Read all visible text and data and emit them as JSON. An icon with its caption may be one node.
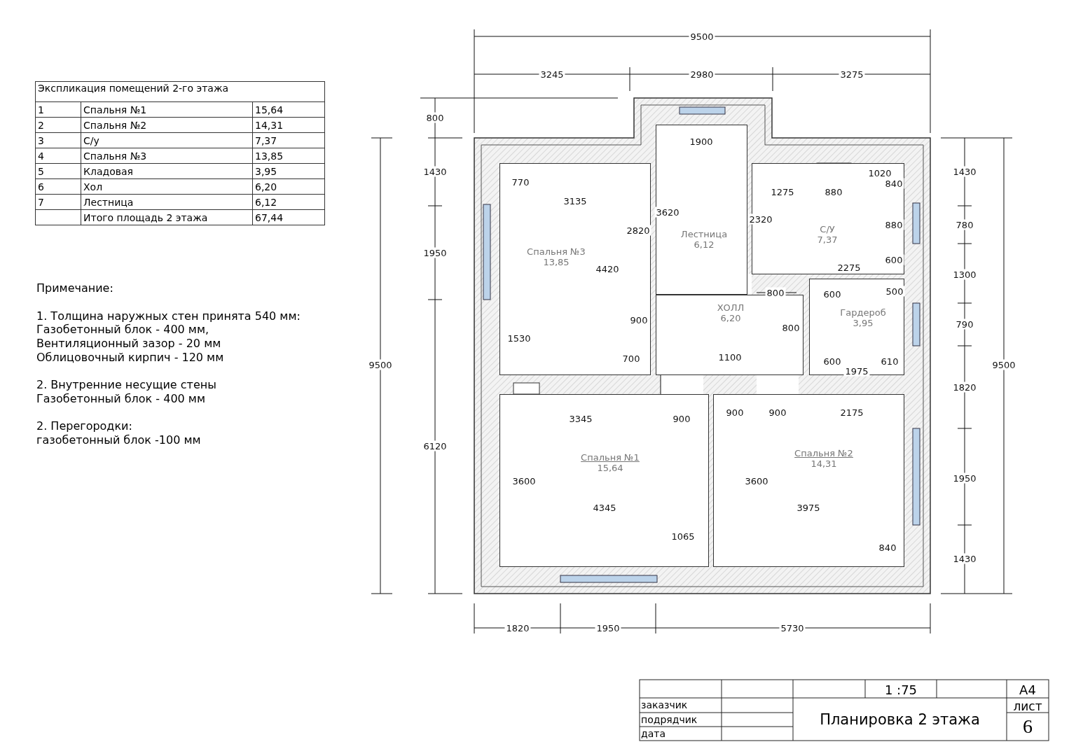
{
  "diagram": {
    "title": "Планировка 2 этажа",
    "nodes": [
      {
        "text": [
          "Спальня №3",
          "13,85"
        ]
      },
      {
        "text": [
          "Лестница",
          "6,12"
        ]
      },
      {
        "text": [
          "С/У",
          "7,37"
        ]
      },
      {
        "text": [
          "ХОЛЛ",
          "6,20"
        ]
      },
      {
        "text": [
          "Гардероб",
          "3,95"
        ]
      },
      {
        "text": [
          "Спальня №1",
          "15,64"
        ]
      },
      {
        "text": [
          "Спальня №2",
          "14,31"
        ]
      }
    ],
    "edges": [],
    "labels": [
      "Экспликация помещений 2-го этажа",
      "1",
      "Спальня №1",
      "15,64",
      "2",
      "Спальня №2",
      "14,31",
      "3",
      "С/у",
      "7,37",
      "4",
      "Спальня №3",
      "13,85",
      "5",
      "Кладовая",
      "3,95",
      "6",
      "Хол",
      "6,20",
      "7",
      "Лестница",
      "6,12",
      "Итого площадь 2 этажа",
      "67,44",
      "Примечание:",
      "1. Толщина наружных стен принята 540 мм:",
      "Газобетонный блок - 400 мм,",
      "Вентиляционный зазор - 20 мм",
      "Облицовочный кирпич - 120 мм",
      "2. Внутренние несущие стены",
      "Газобетонный блок - 400 мм",
      "2. Перегородки:",
      "газобетонный блок -100 мм",
      "9500",
      "3245",
      "2980",
      "3275",
      "800",
      "1430",
      "1950",
      "6120",
      "9500",
      "1430",
      "780",
      "1300",
      "790",
      "1820",
      "1950",
      "1430",
      "9500",
      "770",
      "3135",
      "2820",
      "4420",
      "900",
      "1530",
      "700",
      "1900",
      "3620",
      "2320",
      "1275",
      "880",
      "1020",
      "840",
      "880",
      "600",
      "2275",
      "800",
      "800",
      "1100",
      "600",
      "500",
      "600",
      "610",
      "1975",
      "3345",
      "900",
      "900",
      "900",
      "2175",
      "3600",
      "4345",
      "1065",
      "3600",
      "3975",
      "840",
      "1820",
      "1950",
      "5730",
      "1 :75",
      "А4",
      "заказчик",
      "подрядчик",
      "дата",
      "лист",
      "6"
    ]
  }
}
